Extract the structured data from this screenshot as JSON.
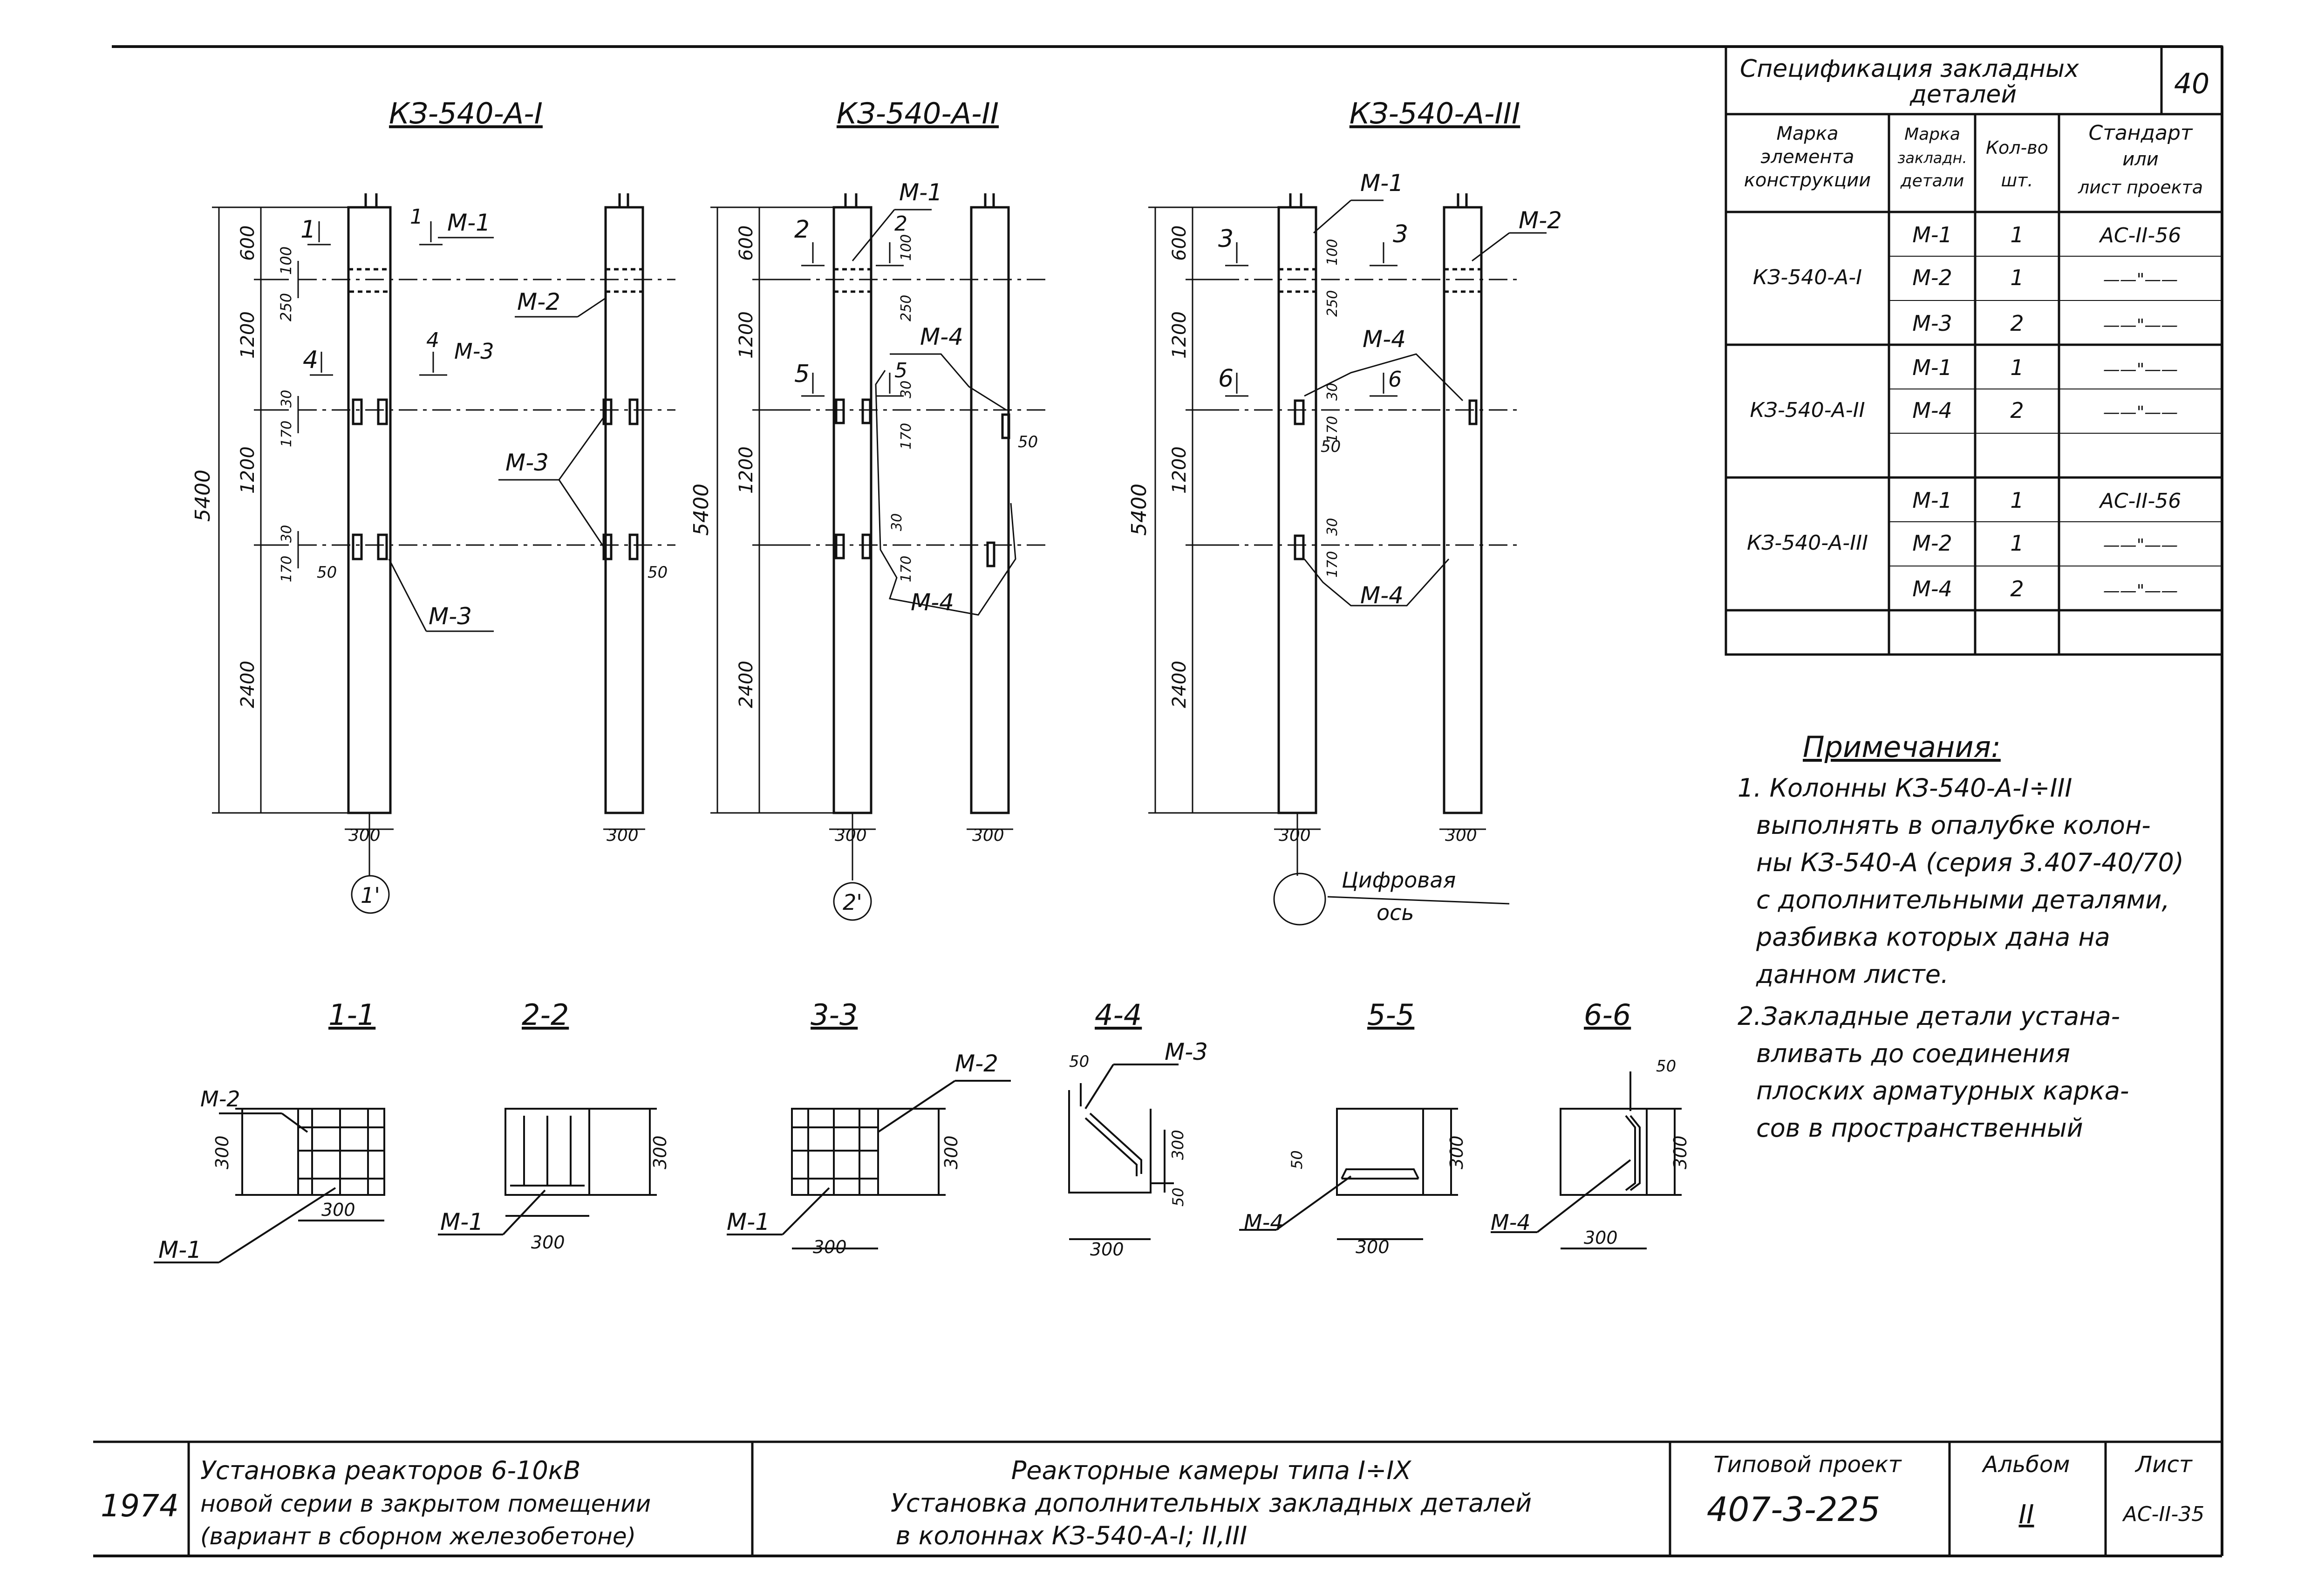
{
  "columns": [
    {
      "title": "КЗ-540-А-I",
      "axis": "1'"
    },
    {
      "title": "КЗ-540-А-II",
      "axis": "2'"
    },
    {
      "title": "КЗ-540-А-III"
    }
  ],
  "axis_note": {
    "line1": "Цифровая",
    "line2": "ось"
  },
  "dimensions": {
    "total_i": "5400",
    "total_ii": "5400",
    "total_iii": "5400",
    "d600": "600",
    "d1200": "1200",
    "d2400": "2400",
    "d100": "100",
    "d250": "250",
    "d30": "30",
    "d170": "170",
    "d50": "50",
    "d300": "300"
  },
  "marks": {
    "m1": "М-1",
    "m2": "М-2",
    "m3": "М-3",
    "m4": "М-4",
    "c1": "1",
    "c2": "2",
    "c3": "3",
    "c4": "4",
    "c5": "5",
    "c6": "6"
  },
  "sections": [
    {
      "label": "1-1",
      "marks": [
        "М-2",
        "М-1"
      ]
    },
    {
      "label": "2-2",
      "marks": [
        "М-1"
      ]
    },
    {
      "label": "3-3",
      "marks": [
        "М-2",
        "М-1"
      ]
    },
    {
      "label": "4-4",
      "marks": [
        "М-3"
      ]
    },
    {
      "label": "5-5",
      "marks": [
        "М-4"
      ]
    },
    {
      "label": "6-6",
      "marks": [
        "М-4"
      ]
    }
  ],
  "spec": {
    "title_line1": "Спецификация закладных",
    "title_line2": "деталей",
    "number": "40",
    "headers": {
      "c1": [
        "Марка",
        "элемента",
        "конструкции"
      ],
      "c2": [
        "Марка",
        "закладн.",
        "детали"
      ],
      "c3": [
        "Кол-во",
        "шт."
      ],
      "c4": [
        "Стандарт",
        "или",
        "лист проекта"
      ]
    },
    "groups": [
      {
        "element": "КЗ-540-А-I",
        "rows": [
          {
            "mark": "М-1",
            "qty": "1",
            "ref": "АС-II-56"
          },
          {
            "mark": "М-2",
            "qty": "1",
            "ref": "——\"——"
          },
          {
            "mark": "М-3",
            "qty": "2",
            "ref": "——\"——"
          }
        ]
      },
      {
        "element": "КЗ-540-А-II",
        "rows": [
          {
            "mark": "М-1",
            "qty": "1",
            "ref": "——\"——"
          },
          {
            "mark": "М-4",
            "qty": "2",
            "ref": "——\"——"
          },
          {
            "mark": "",
            "qty": "",
            "ref": ""
          }
        ]
      },
      {
        "element": "КЗ-540-А-III",
        "rows": [
          {
            "mark": "М-1",
            "qty": "1",
            "ref": "АС-II-56"
          },
          {
            "mark": "М-2",
            "qty": "1",
            "ref": "——\"——"
          },
          {
            "mark": "М-4",
            "qty": "2",
            "ref": "——\"——"
          }
        ]
      }
    ]
  },
  "notes": {
    "heading": "Примечания:",
    "lines": [
      "1. Колонны КЗ-540-А-I÷III",
      "выполнять в опалубке колон-",
      "ны КЗ-540-А (серия 3.407-40/70)",
      "с дополнительными деталями,",
      "разбивка которых дана на",
      "данном листе.",
      "2.Закладные детали устана-",
      "вливать до соединения",
      "плоских арматурных карка-",
      "сов в пространственный"
    ]
  },
  "title_block": {
    "year": "1974",
    "left": [
      "Установка реакторов 6-10кВ",
      "новой серии в закрытом помещении",
      "(вариант в сборном железобетоне)"
    ],
    "center": [
      "Реакторные камеры типа I÷IX",
      "Установка дополнительных закладных деталей",
      "в колоннах КЗ-540-А-I; II,III"
    ],
    "project_label": "Типовой проект",
    "project": "407-3-225",
    "album_label": "Альбом",
    "album": "II",
    "sheet_label": "Лист",
    "sheet": "АС-II-35"
  }
}
